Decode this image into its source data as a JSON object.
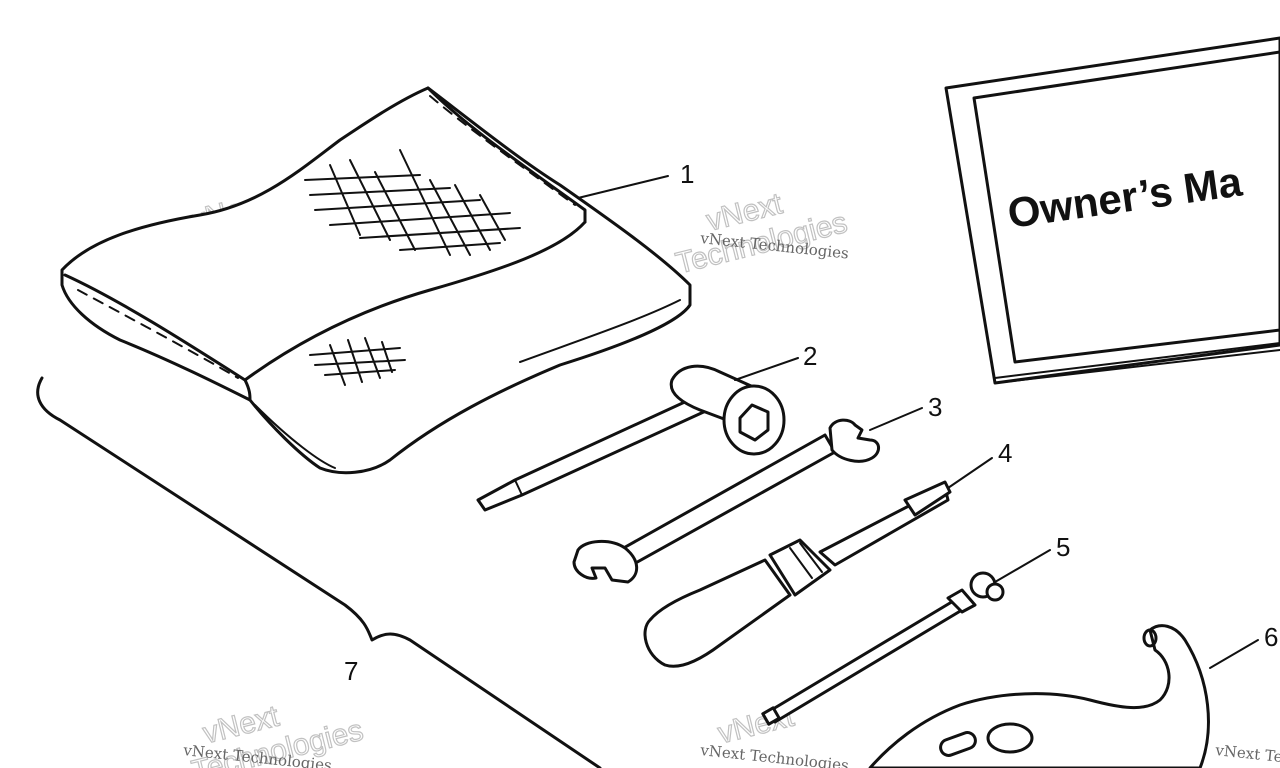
{
  "diagram": {
    "manual_title": "Owner’s Ma",
    "callouts": [
      {
        "id": "1",
        "label": "1"
      },
      {
        "id": "2",
        "label": "2"
      },
      {
        "id": "3",
        "label": "3"
      },
      {
        "id": "4",
        "label": "4"
      },
      {
        "id": "5",
        "label": "5"
      },
      {
        "id": "6",
        "label": "6"
      },
      {
        "id": "7",
        "label": "7"
      }
    ],
    "watermark": {
      "line1": "vNext",
      "line2": "Technologies",
      "small": "vNext Technologies"
    }
  }
}
